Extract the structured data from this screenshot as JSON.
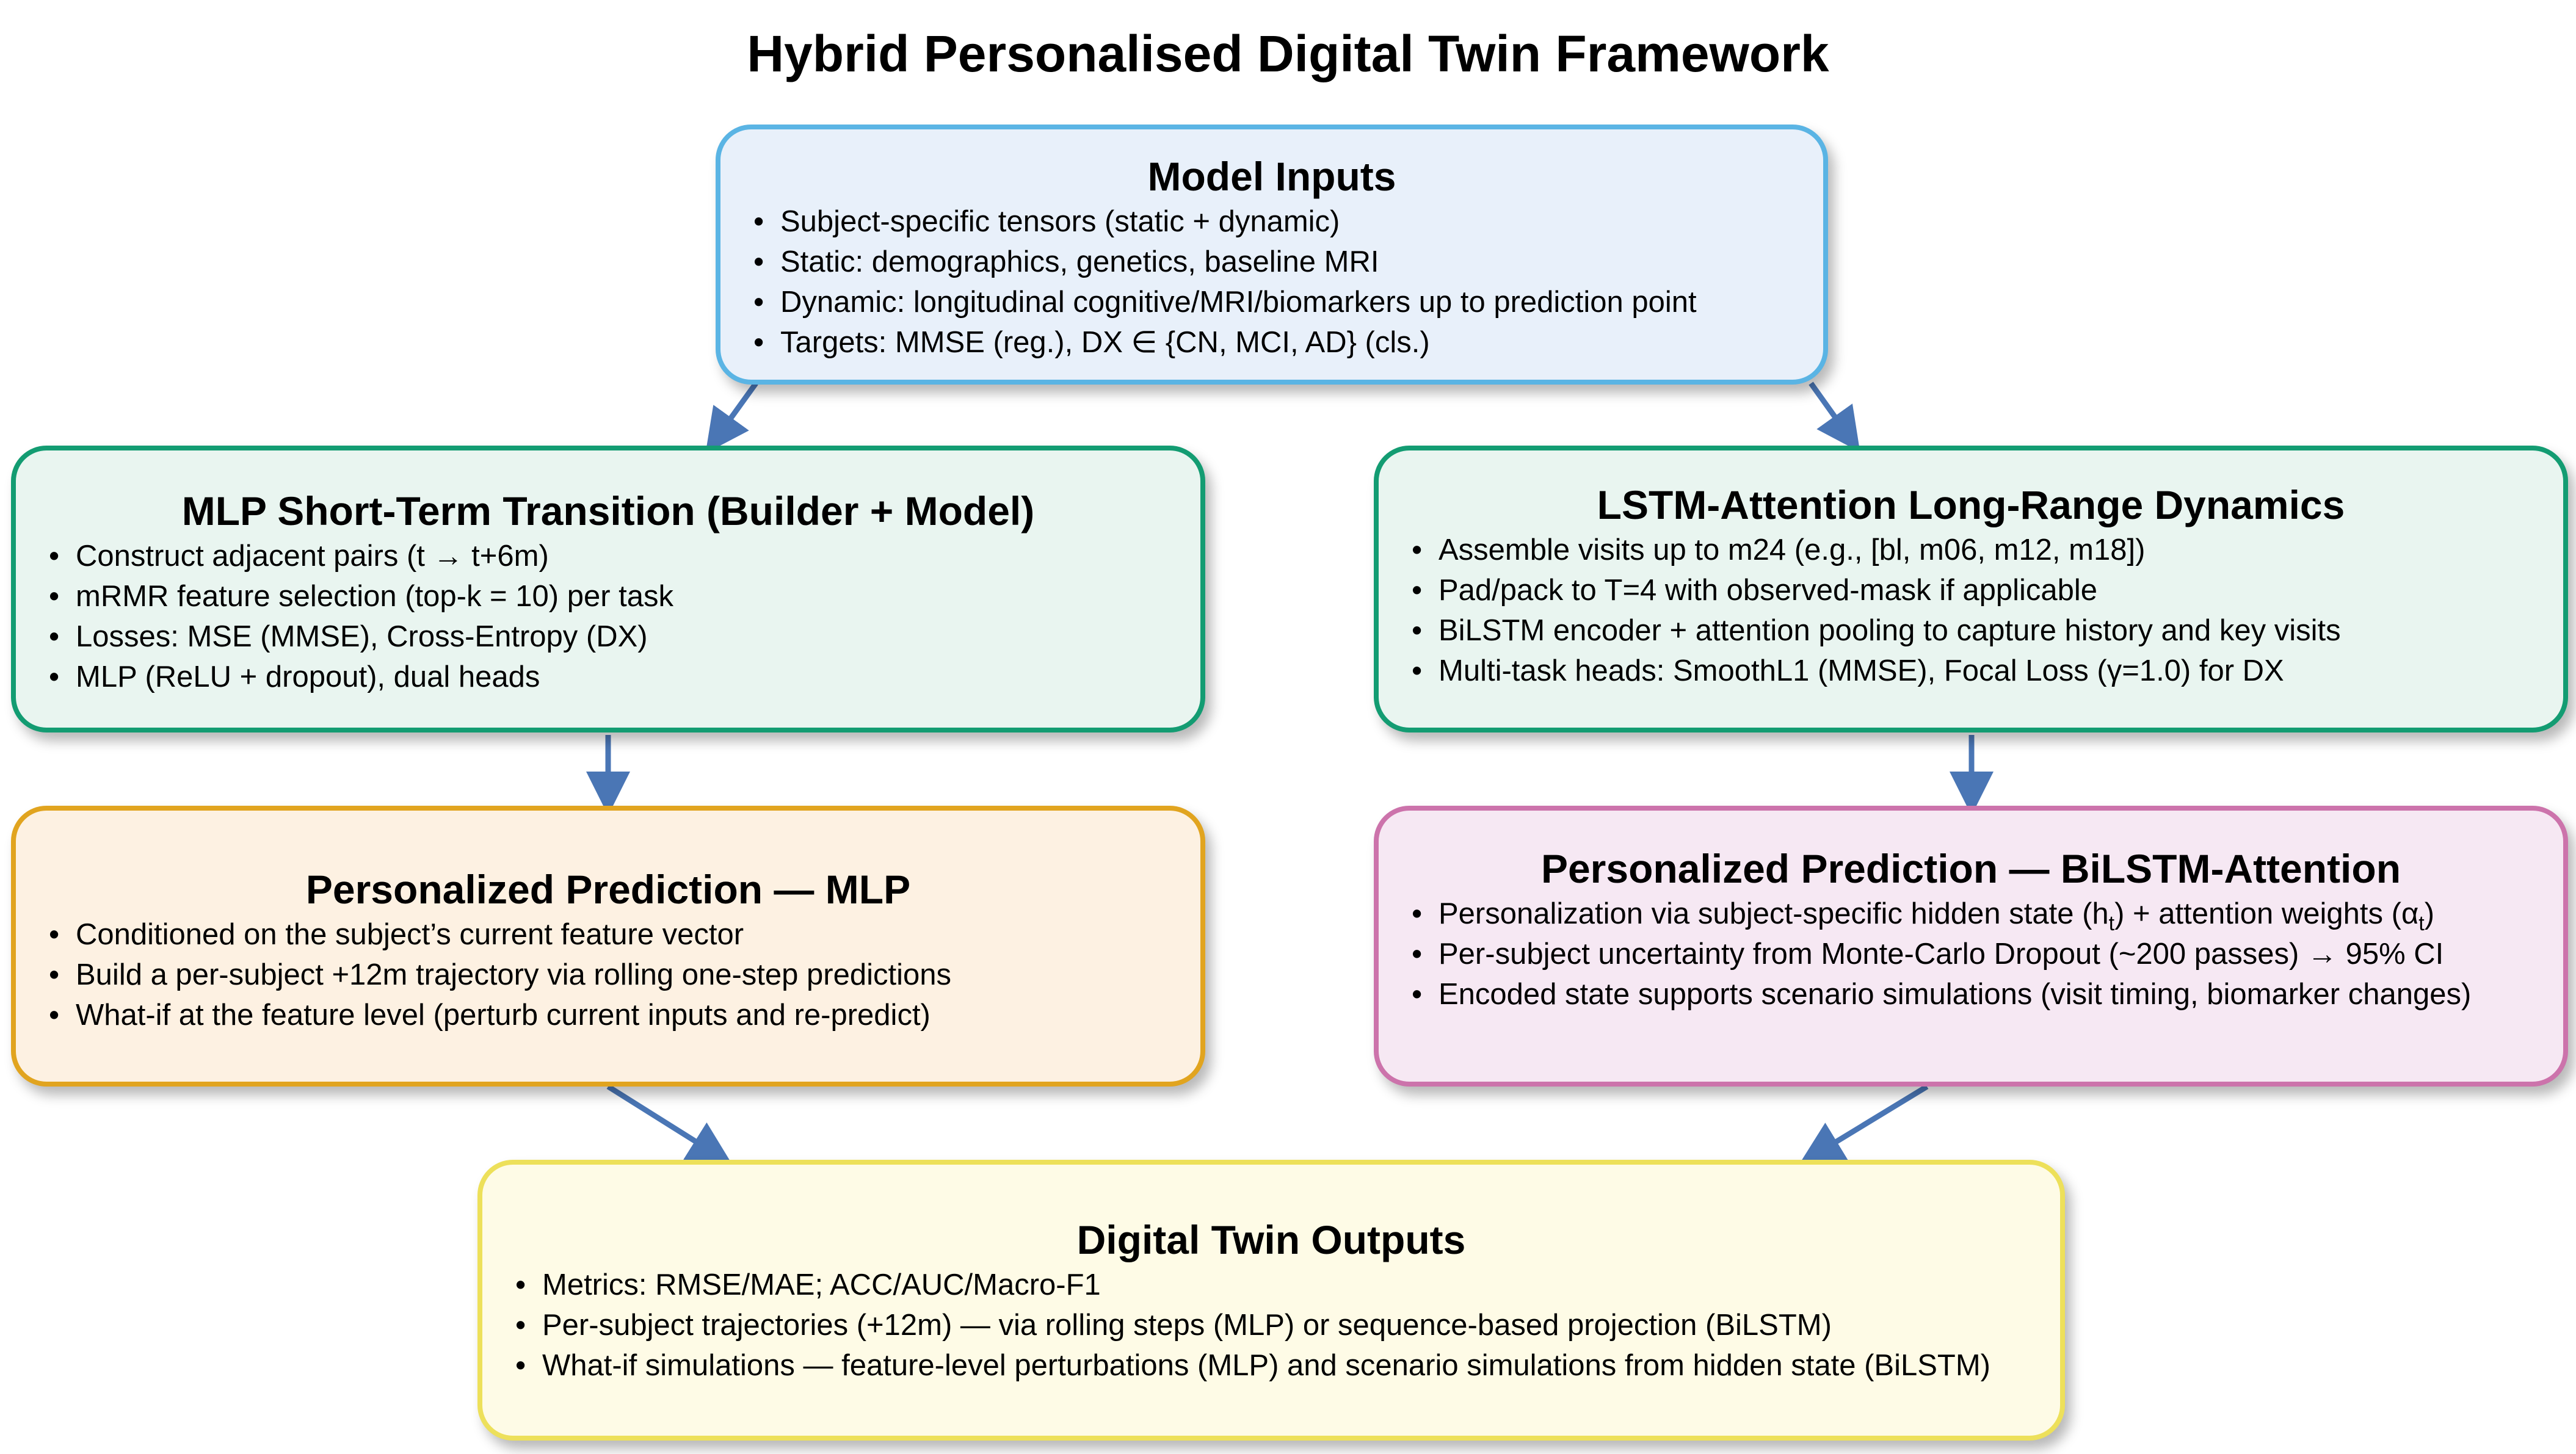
{
  "title": "Hybrid Personalised Digital Twin Framework",
  "colors": {
    "inputs_fill": "#e8f0fa",
    "inputs_border": "#5ab4e4",
    "model_fill": "#e9f5f0",
    "model_border": "#139c72",
    "pred_mlp_fill": "#fdf1e2",
    "pred_mlp_border": "#e1a41f",
    "pred_bilstm_fill": "#f6e8f3",
    "pred_bilstm_border": "#cc73ab",
    "outputs_fill": "#fefbe6",
    "outputs_border": "#ede05a",
    "arrow": "#4a76b5"
  },
  "boxes": {
    "inputs": {
      "title": "Model Inputs",
      "items": [
        "Subject-specific tensors (static + dynamic)",
        "Static: demographics, genetics, baseline MRI",
        "Dynamic: longitudinal cognitive/MRI/biomarkers up to prediction point",
        "Targets: MMSE (reg.), DX ∈ {CN, MCI, AD} (cls.)"
      ]
    },
    "mlp": {
      "title": "MLP Short-Term Transition (Builder + Model)",
      "items": [
        "Construct adjacent pairs (t → t+6m)",
        "mRMR feature selection (top-k = 10) per task",
        "Losses: MSE (MMSE), Cross-Entropy (DX)",
        "MLP (ReLU + dropout), dual heads"
      ]
    },
    "lstm": {
      "title": "LSTM-Attention Long-Range Dynamics",
      "items": [
        "Assemble visits up to m24 (e.g., [bl, m06, m12, m18])",
        "Pad/pack to T=4 with observed-mask if applicable",
        "BiLSTM encoder + attention pooling to capture history and key visits",
        "Multi-task heads: SmoothL1 (MMSE), Focal Loss (γ=1.0) for DX"
      ]
    },
    "pred_mlp": {
      "title": "Personalized Prediction — MLP",
      "items": [
        "Conditioned on the subject’s current feature vector",
        "Build a per-subject +12m trajectory via rolling one-step predictions",
        "What-if at the feature level (perturb current inputs and re-predict)"
      ]
    },
    "pred_bilstm": {
      "title": "Personalized Prediction — BiLSTM-Attention",
      "item1_before": "Personalization via subject-specific hidden state (h",
      "item1_sub1": "t",
      "item1_mid": ") + attention weights (α",
      "item1_sub2": "t",
      "item1_after": ")",
      "items": [
        "Per-subject uncertainty from Monte-Carlo Dropout (~200 passes) → 95% CI",
        "Encoded state supports scenario simulations (visit timing, biomarker changes)"
      ]
    },
    "outputs": {
      "title": "Digital Twin Outputs",
      "items": [
        "Metrics: RMSE/MAE; ACC/AUC/Macro-F1",
        "Per-subject trajectories (+12m) — via rolling steps (MLP) or sequence-based projection (BiLSTM)",
        "What-if simulations — feature-level perturbations (MLP) and scenario simulations from hidden state (BiLSTM)"
      ]
    }
  }
}
